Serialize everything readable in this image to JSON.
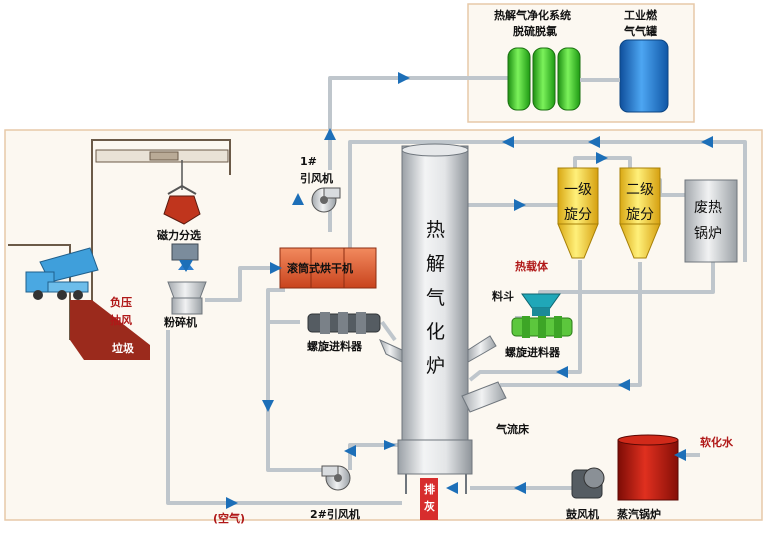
{
  "labels": {
    "purification": [
      "热解气净化系统",
      "脱硫脱氯"
    ],
    "fuel_tank": [
      "工业燃",
      "气气罐"
    ],
    "fan1": [
      "1#",
      "引风机"
    ],
    "magnetic_separation": "磁力分选",
    "crusher": "粉碎机",
    "negative_pressure": [
      "负压",
      "抽风"
    ],
    "garbage": "垃圾",
    "drum_dryer": "滚筒式烘干机",
    "screw_feeder_left": "螺旋进料器",
    "gasifier": [
      "热",
      "解",
      "气",
      "化",
      "炉"
    ],
    "heat_carrier": "热载体",
    "hopper": "料斗",
    "screw_feeder_right": "螺旋进料器",
    "cyclone1": [
      "一级",
      "旋分"
    ],
    "cyclone2": [
      "二级",
      "旋分"
    ],
    "waste_heat_boiler": [
      "废热",
      "锅炉"
    ],
    "airflow_bed": "气流床",
    "fan2": "2#引风机",
    "air": "(空气)",
    "ash": [
      "排",
      "灰"
    ],
    "blower": "鼓风机",
    "steam_boiler": "蒸汽锅炉",
    "softened_water": "软化水"
  },
  "colors": {
    "pipe": "#bfc6cc",
    "arrow": "#1d6fb8",
    "zone_border": "#e7c9a8",
    "zone_fill": "#fcf8f1",
    "green_tank": "#34c21f",
    "blue_tank": "#1f79d6",
    "dryer": "#e8623a",
    "cyclone": "#f4d03a",
    "boiler_red": "#c01b10",
    "garbage": "#9b2a1c",
    "teal": "#20a7b8"
  }
}
